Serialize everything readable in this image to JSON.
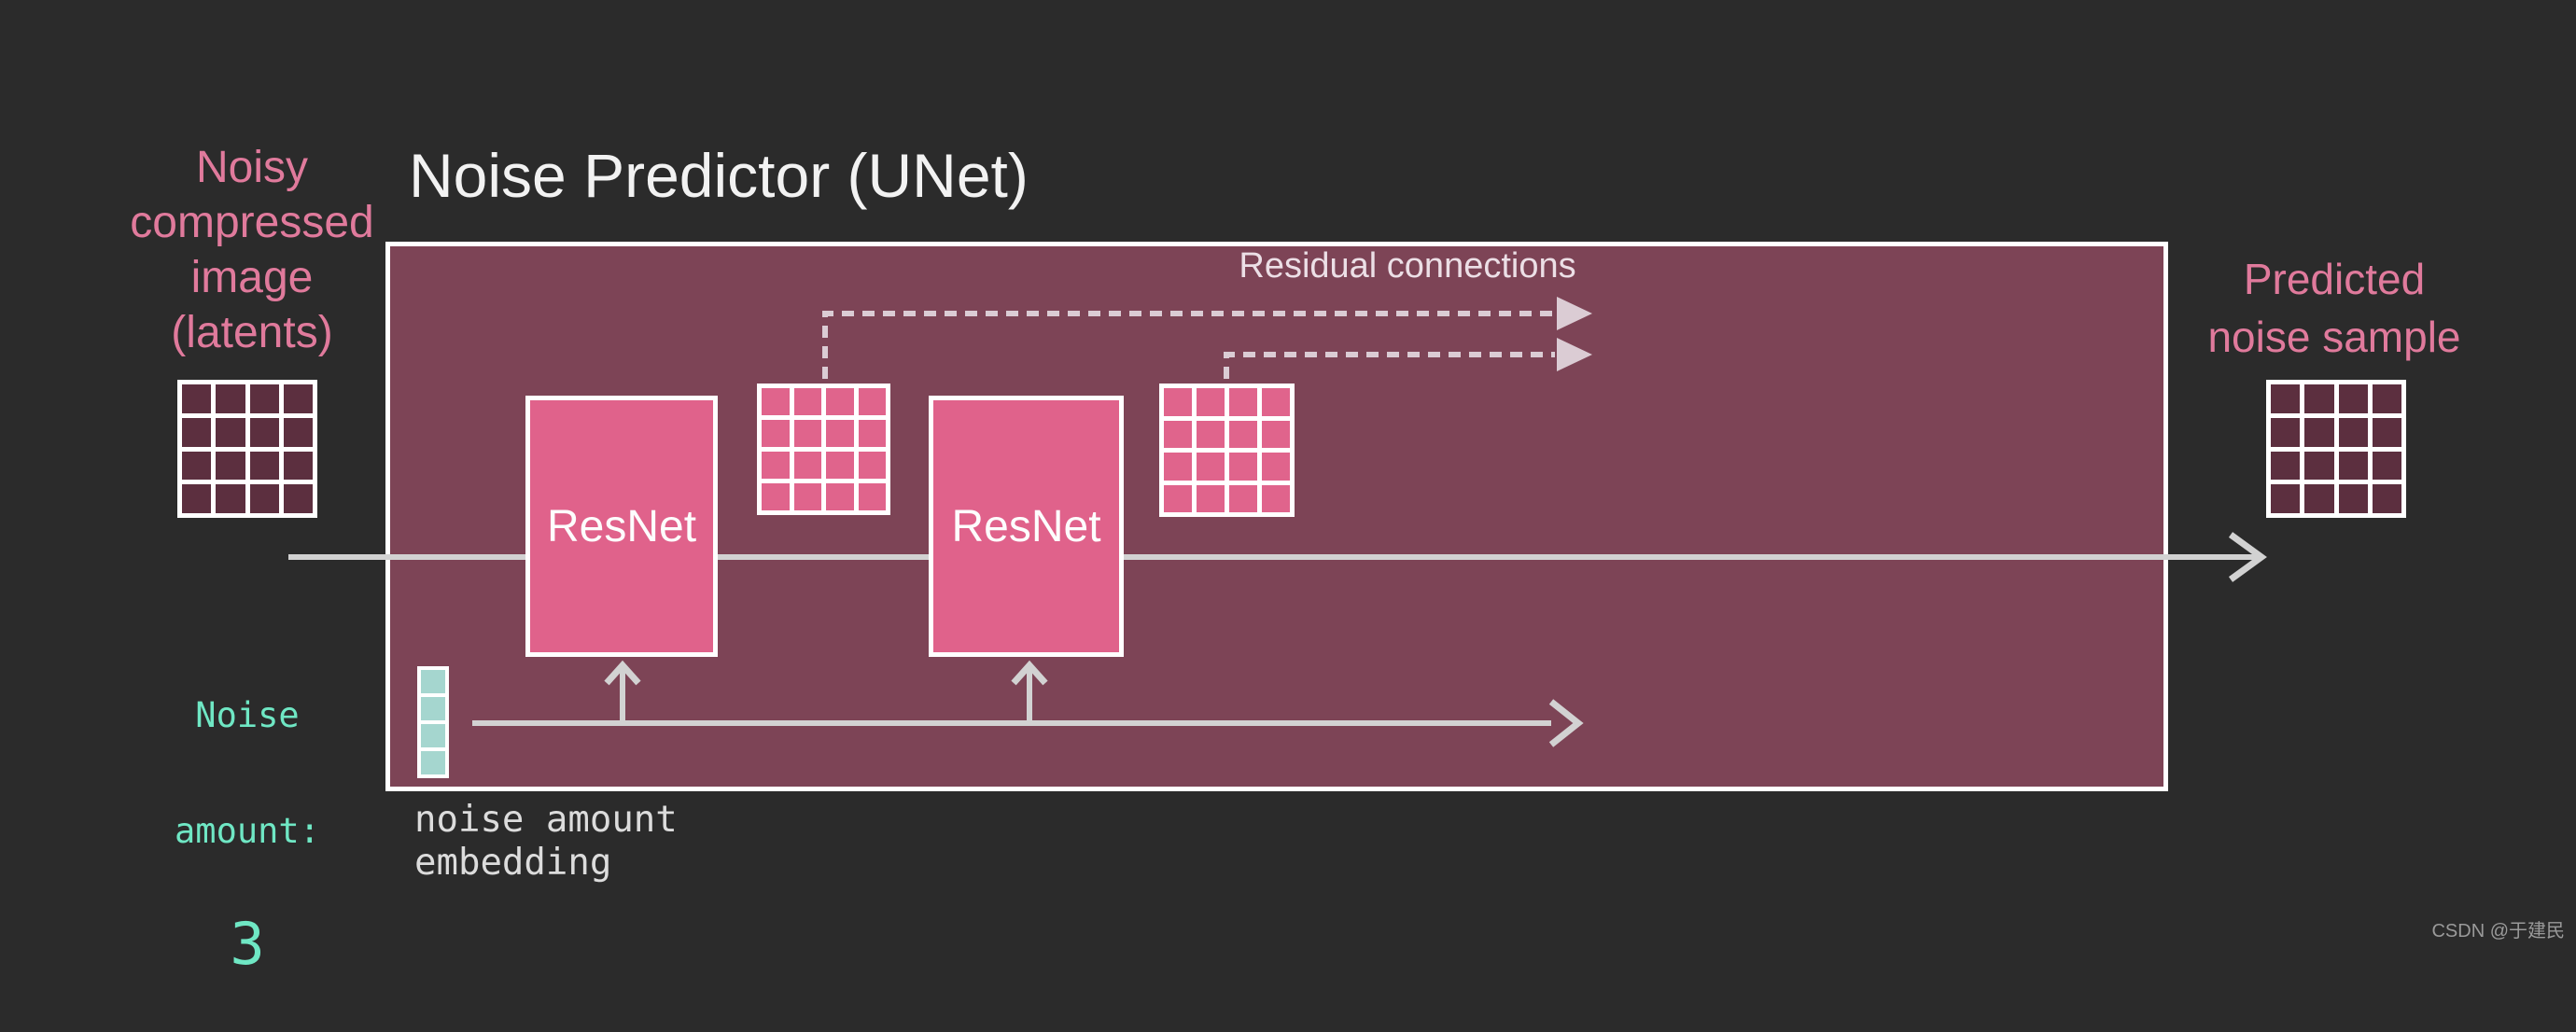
{
  "labels": {
    "noisy_latents": "Noisy\ncompressed\nimage\n(latents)",
    "title": "Noise Predictor (UNet)",
    "residual_connections": "Residual connections",
    "resnet1": "ResNet",
    "resnet2": "ResNet",
    "noise_amount_line1": "Noise",
    "noise_amount_line2": "amount:",
    "noise_amount_value": "3",
    "embedding_caption": "noise amount\nembedding",
    "predicted_noise": "Predicted\nnoise sample",
    "watermark": "CSDN @于建民"
  },
  "colors": {
    "bg": "#2b2b2b",
    "box_fill": "#7d4456",
    "pink_block": "#e0628b",
    "pink_text": "#e07a9c",
    "teal_text": "#6fe7c4",
    "light_text": "#ecdfe6",
    "gray_arrow": "#d2d2d2",
    "dashed_arrow": "#dbccd4",
    "dark_cell": "#5c2f3f",
    "pink_cell": "#e0648c",
    "teal_cell": "#a5d6cf"
  },
  "grids": {
    "latent_left": {
      "rows": 4,
      "cols": 4,
      "cell_color": "#5c2f3f"
    },
    "hidden_a": {
      "rows": 4,
      "cols": 4,
      "cell_color": "#e0648c"
    },
    "hidden_b": {
      "rows": 4,
      "cols": 4,
      "cell_color": "#e0648c"
    },
    "latent_right": {
      "rows": 4,
      "cols": 4,
      "cell_color": "#5c2f3f"
    },
    "embedding": {
      "rows": 4,
      "cols": 1,
      "cell_color": "#a5d6cf"
    }
  }
}
